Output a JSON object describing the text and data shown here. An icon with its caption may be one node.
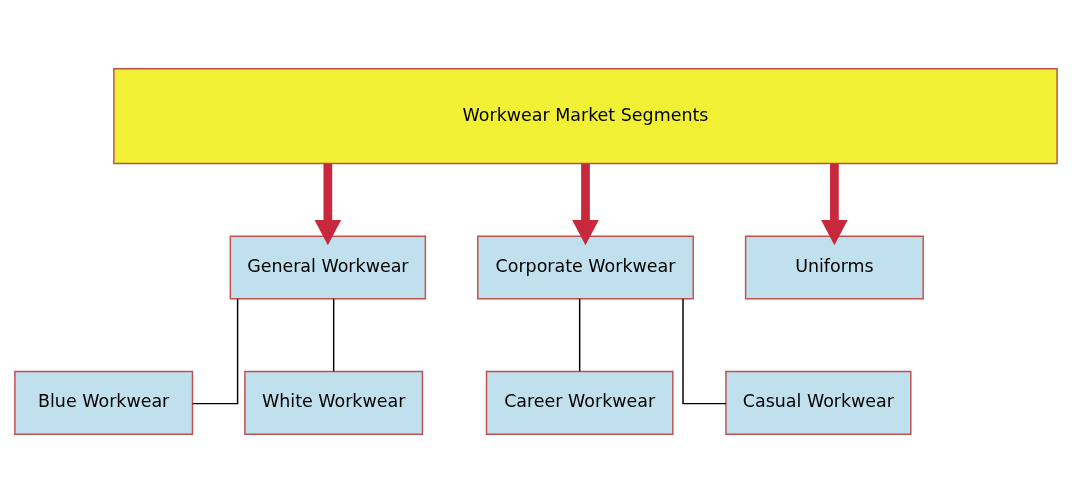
{
  "diagram": {
    "nodes": [
      {
        "text": [
          "Workwear Market Segments"
        ]
      },
      {
        "text": [
          "General Workwear"
        ]
      },
      {
        "text": [
          "Corporate Workwear"
        ]
      },
      {
        "text": [
          "Uniforms"
        ]
      },
      {
        "text": [
          "Blue Workwear"
        ]
      },
      {
        "text": [
          "White Workwear"
        ]
      },
      {
        "text": [
          "Career Workwear"
        ]
      },
      {
        "text": [
          "Casual Workwear"
        ]
      }
    ],
    "edges": [
      {
        "from": 0,
        "to": 1,
        "arrow": "to",
        "style": "thick",
        "color": "#c8283c"
      },
      {
        "from": 0,
        "to": 2,
        "arrow": "to",
        "style": "thick",
        "color": "#c8283c"
      },
      {
        "from": 0,
        "to": 3,
        "arrow": "to",
        "style": "thick",
        "color": "#c8283c"
      },
      {
        "from": 1,
        "to": 4,
        "arrow": "none"
      },
      {
        "from": 1,
        "to": 5,
        "arrow": "none"
      },
      {
        "from": 2,
        "to": 6,
        "arrow": "none"
      },
      {
        "from": 2,
        "to": 7,
        "arrow": "none"
      }
    ]
  }
}
